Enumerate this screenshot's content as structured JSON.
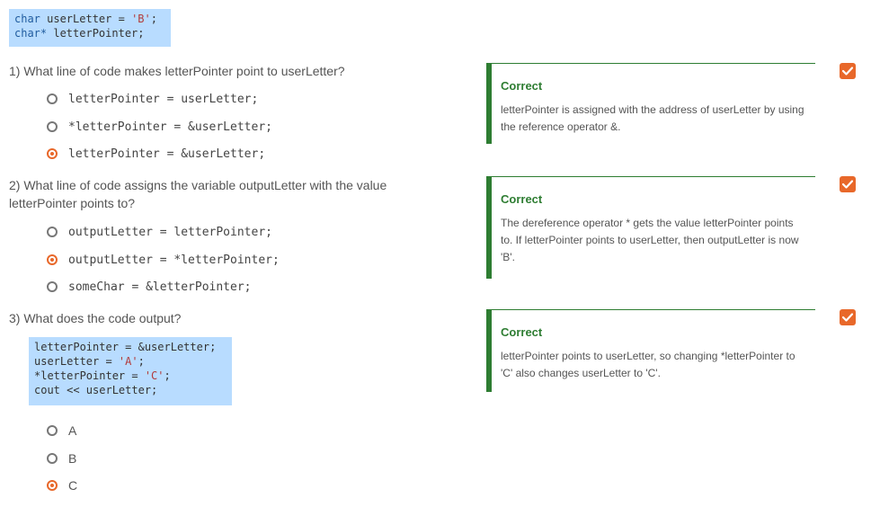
{
  "intro_code": {
    "lines": [
      {
        "kw": "char",
        "rest": " userLetter = ",
        "str": "'B'",
        "tail": ";"
      },
      {
        "kw": "char*",
        "rest": " letterPointer;",
        "str": "",
        "tail": ""
      }
    ]
  },
  "questions": [
    {
      "number": "1)",
      "prompt": "What line of code makes letterPointer point to userLetter?",
      "options": [
        {
          "label": "letterPointer = userLetter;",
          "selected": false
        },
        {
          "label": "*letterPointer = &userLetter;",
          "selected": false
        },
        {
          "label": "letterPointer = &userLetter;",
          "selected": true
        }
      ],
      "feedback": {
        "title": "Correct",
        "text": "letterPointer is assigned with the address of userLetter by using the reference operator &."
      }
    },
    {
      "number": "2)",
      "prompt": "What line of code assigns the variable outputLetter with the value letterPointer points to?",
      "options": [
        {
          "label": "outputLetter = letterPointer;",
          "selected": false
        },
        {
          "label": "outputLetter = *letterPointer;",
          "selected": true
        },
        {
          "label": "someChar = &letterPointer;",
          "selected": false
        }
      ],
      "feedback": {
        "title": "Correct",
        "text": "The dereference operator * gets the value letterPointer points to. If letterPointer points to userLetter, then outputLetter is now 'B'."
      }
    },
    {
      "number": "3)",
      "prompt": "What does the code output?",
      "code": [
        {
          "a": "letterPointer = &userLetter;",
          "str": "",
          "b": ""
        },
        {
          "a": "userLetter = ",
          "str": "'A'",
          "b": ";"
        },
        {
          "a": "*letterPointer = ",
          "str": "'C'",
          "b": ";"
        },
        {
          "a": "cout << userLetter;",
          "str": "",
          "b": ""
        }
      ],
      "options": [
        {
          "label": "A",
          "selected": false
        },
        {
          "label": "B",
          "selected": false
        },
        {
          "label": "C",
          "selected": true
        }
      ],
      "feedback": {
        "title": "Correct",
        "text": "letterPointer points to userLetter, so changing *letterPointer to 'C' also changes userLetter to 'C'."
      }
    }
  ],
  "colors": {
    "accent": "#e8682a",
    "correct": "#2e7d32",
    "code_bg": "#b8dcff"
  },
  "icons": {
    "completed": "check-icon"
  }
}
